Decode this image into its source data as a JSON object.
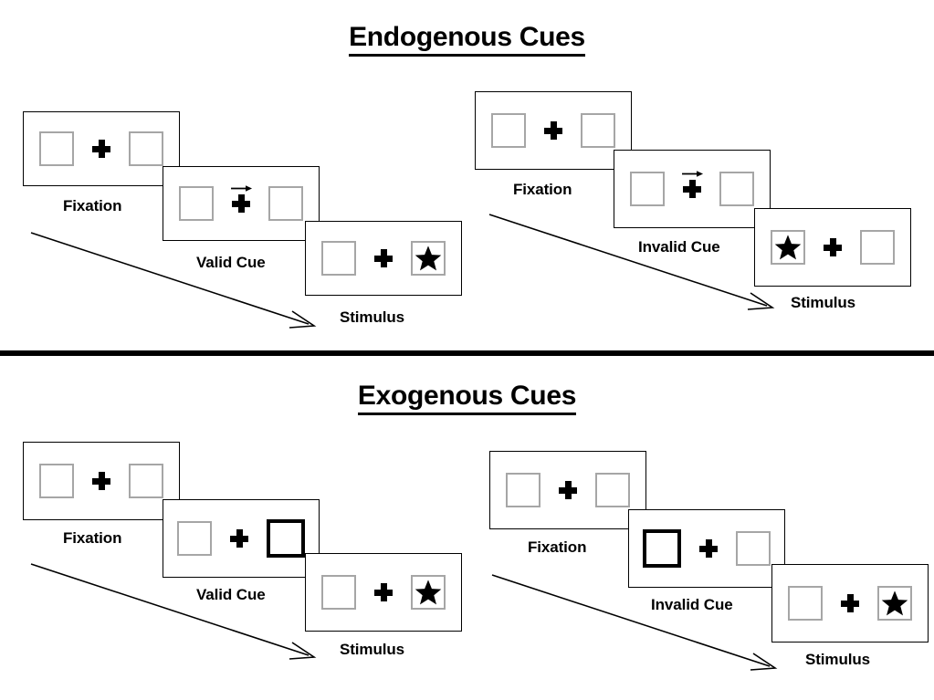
{
  "page": {
    "background": "#ffffff",
    "box_border_color": "#a6a6a6",
    "frame_border_color": "#000000",
    "cue_flash_color": "#000000"
  },
  "sections": [
    {
      "id": "endogenous",
      "title": "Endogenous Cues",
      "panels": [
        {
          "id": "endogenous-valid",
          "frames": [
            {
              "caption": "Fixation",
              "left_content": "empty-box",
              "center_content": "fixation-cross",
              "right_content": "empty-box",
              "cue": "none"
            },
            {
              "caption": "Valid Cue",
              "left_content": "empty-box",
              "center_content": "fixation-cross-with-right-arrow",
              "right_content": "empty-box",
              "cue": "arrow-right"
            },
            {
              "caption": "Stimulus",
              "left_content": "empty-box",
              "center_content": "fixation-cross",
              "right_content": "star-box",
              "cue": "none"
            }
          ]
        },
        {
          "id": "endogenous-invalid",
          "frames": [
            {
              "caption": "Fixation",
              "left_content": "empty-box",
              "center_content": "fixation-cross",
              "right_content": "empty-box",
              "cue": "none"
            },
            {
              "caption": "Invalid Cue",
              "left_content": "empty-box",
              "center_content": "fixation-cross-with-right-arrow",
              "right_content": "empty-box",
              "cue": "arrow-right"
            },
            {
              "caption": "Stimulus",
              "left_content": "star-box",
              "center_content": "fixation-cross",
              "right_content": "empty-box",
              "cue": "none"
            }
          ]
        }
      ]
    },
    {
      "id": "exogenous",
      "title": "Exogenous Cues",
      "panels": [
        {
          "id": "exogenous-valid",
          "frames": [
            {
              "caption": "Fixation",
              "left_content": "empty-box",
              "center_content": "fixation-cross",
              "right_content": "empty-box",
              "cue": "none"
            },
            {
              "caption": "Valid Cue",
              "left_content": "empty-box",
              "center_content": "fixation-cross",
              "right_content": "flashed-box",
              "cue": "peripheral-flash-right"
            },
            {
              "caption": "Stimulus",
              "left_content": "empty-box",
              "center_content": "fixation-cross",
              "right_content": "star-box",
              "cue": "none"
            }
          ]
        },
        {
          "id": "exogenous-invalid",
          "frames": [
            {
              "caption": "Fixation",
              "left_content": "empty-box",
              "center_content": "fixation-cross",
              "right_content": "empty-box",
              "cue": "none"
            },
            {
              "caption": "Invalid Cue",
              "left_content": "flashed-box",
              "center_content": "fixation-cross",
              "right_content": "empty-box",
              "cue": "peripheral-flash-left"
            },
            {
              "caption": "Stimulus",
              "left_content": "empty-box",
              "center_content": "fixation-cross",
              "right_content": "star-box",
              "cue": "none"
            }
          ]
        }
      ]
    }
  ],
  "icons": {
    "star": "★",
    "arrow_right": "→",
    "time_arrow": "time-flow-arrow"
  }
}
